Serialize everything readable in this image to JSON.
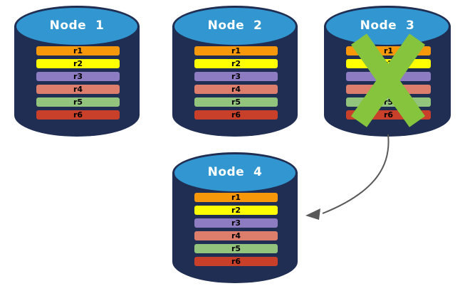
{
  "colors": {
    "background": "#FFFFFF",
    "cylinder_body": "#1F2E52",
    "cylinder_top": "#3297D1",
    "node_label_text": "#FFFFFF",
    "row_label_text": "#000000",
    "failure_x": "#86C43D",
    "arrow": "#595959"
  },
  "nodes": [
    {
      "label": "Node  1",
      "failed": false,
      "rows": [
        {
          "label": "r1",
          "color": "#F7980B"
        },
        {
          "label": "r2",
          "color": "#FFFF00"
        },
        {
          "label": "r3",
          "color": "#8E7CC3"
        },
        {
          "label": "r4",
          "color": "#DC7E6B"
        },
        {
          "label": "r5",
          "color": "#93C47D"
        },
        {
          "label": "r6",
          "color": "#C8402A"
        }
      ]
    },
    {
      "label": "Node  2",
      "failed": false,
      "rows": [
        {
          "label": "r1",
          "color": "#F7980B"
        },
        {
          "label": "r2",
          "color": "#FFFF00"
        },
        {
          "label": "r3",
          "color": "#8E7CC3"
        },
        {
          "label": "r4",
          "color": "#DC7E6B"
        },
        {
          "label": "r5",
          "color": "#93C47D"
        },
        {
          "label": "r6",
          "color": "#C8402A"
        }
      ]
    },
    {
      "label": "Node  3",
      "failed": true,
      "rows": [
        {
          "label": "r1",
          "color": "#F7980B"
        },
        {
          "label": "r2",
          "color": "#FFFF00"
        },
        {
          "label": "r3",
          "color": "#8E7CC3"
        },
        {
          "label": "r4",
          "color": "#DC7E6B"
        },
        {
          "label": "r5",
          "color": "#93C47D"
        },
        {
          "label": "r6",
          "color": "#C8402A"
        }
      ]
    },
    {
      "label": "Node  4",
      "failed": false,
      "rows": [
        {
          "label": "r1",
          "color": "#F7980B"
        },
        {
          "label": "r2",
          "color": "#FFFF00"
        },
        {
          "label": "r3",
          "color": "#8E7CC3"
        },
        {
          "label": "r4",
          "color": "#DC7E6B"
        },
        {
          "label": "r5",
          "color": "#93C47D"
        },
        {
          "label": "r6",
          "color": "#C8402A"
        }
      ]
    }
  ],
  "arrow": {
    "from": "Node 3",
    "to": "Node 4"
  }
}
